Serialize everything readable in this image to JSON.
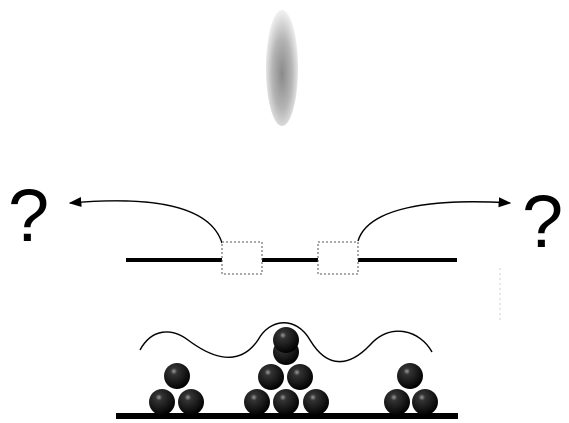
{
  "diagram": {
    "left_question": "?",
    "right_question": "?",
    "particles": {
      "left_stack_count": 3,
      "middle_stack_count": 7,
      "right_stack_count": 3
    },
    "colors": {
      "line": "#000000",
      "box_border": "#555555",
      "background": "#ffffff",
      "beam_core": "#9a9a9a",
      "beam_edge": "#f0f0f0"
    }
  }
}
